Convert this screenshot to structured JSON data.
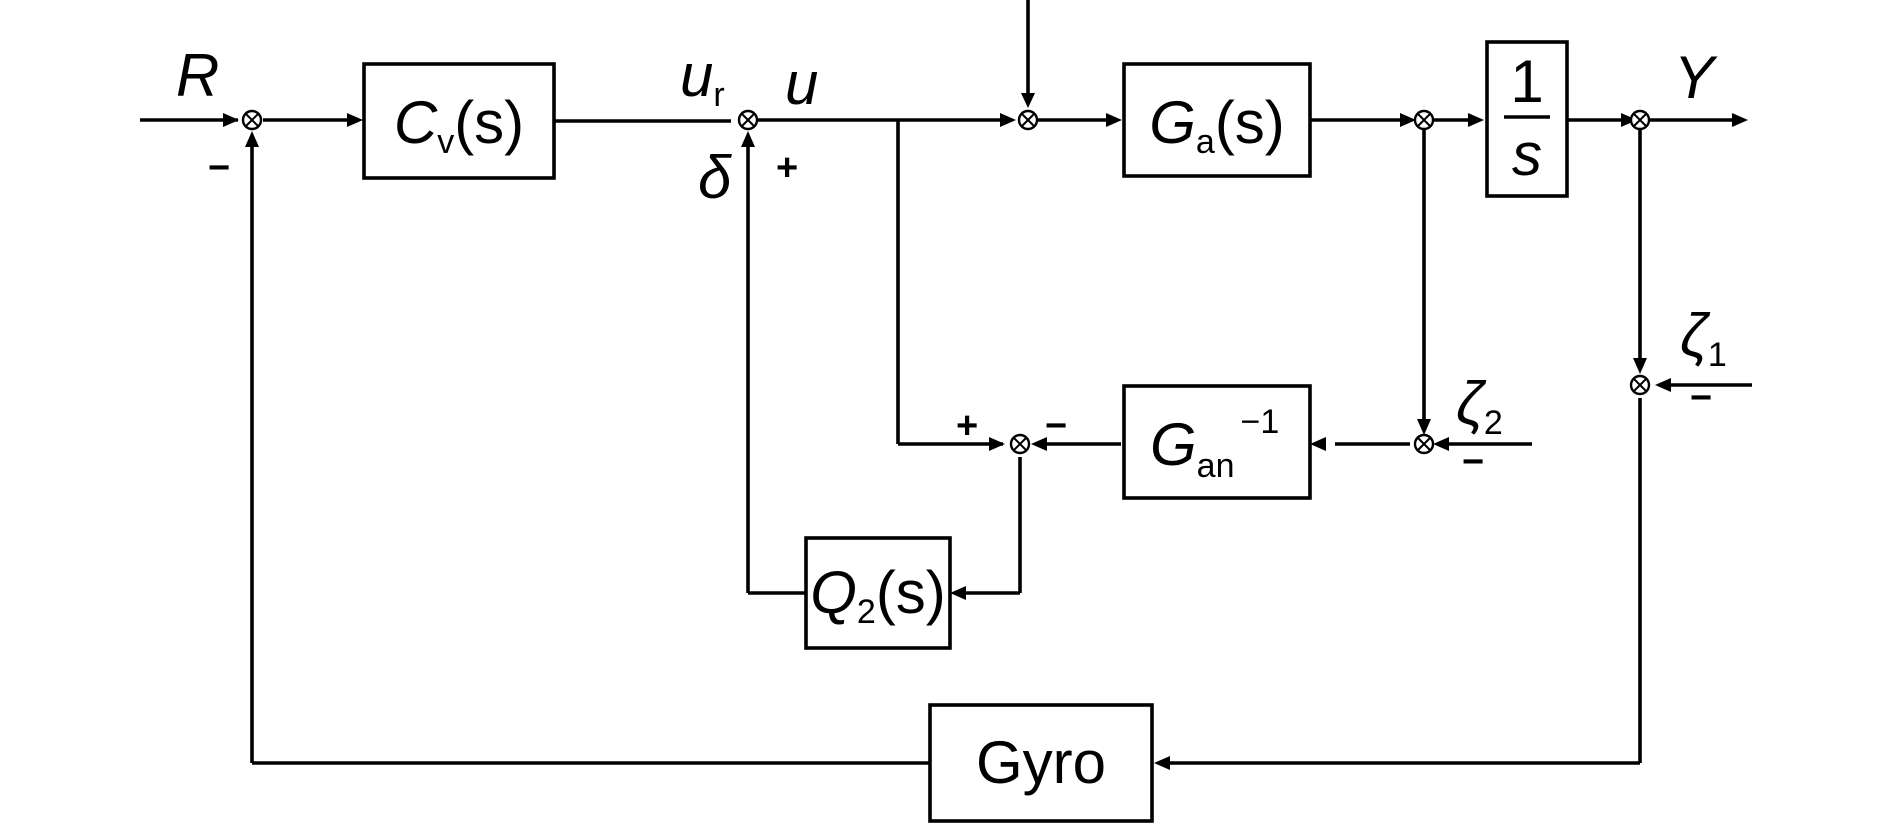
{
  "signals": {
    "reference": "R",
    "output": "Y",
    "control_ref_main": "u",
    "control_ref_sub": "r",
    "control": "u",
    "disturbance_est": "δ",
    "noise1_main": "ζ",
    "noise1_sub": "1",
    "noise2_main": "ζ",
    "noise2_sub": "2"
  },
  "blocks": {
    "controller": {
      "main": "C",
      "sub": "v",
      "arg": "(s)"
    },
    "actuator": {
      "main": "G",
      "sub": "a",
      "arg": "(s)"
    },
    "integrator": {
      "num": "1",
      "den": "s"
    },
    "inverse_model": {
      "main": "G",
      "sub": "an",
      "sup": "−1"
    },
    "filter": {
      "main": "Q",
      "sub": "2",
      "arg": "(s)"
    },
    "sensor": {
      "label": "Gyro"
    }
  },
  "signs": {
    "reference_feedback": "−",
    "delta_add": "+",
    "estimator_u": "+",
    "estimator_model": "−",
    "noise2": "−",
    "noise1": "−"
  }
}
